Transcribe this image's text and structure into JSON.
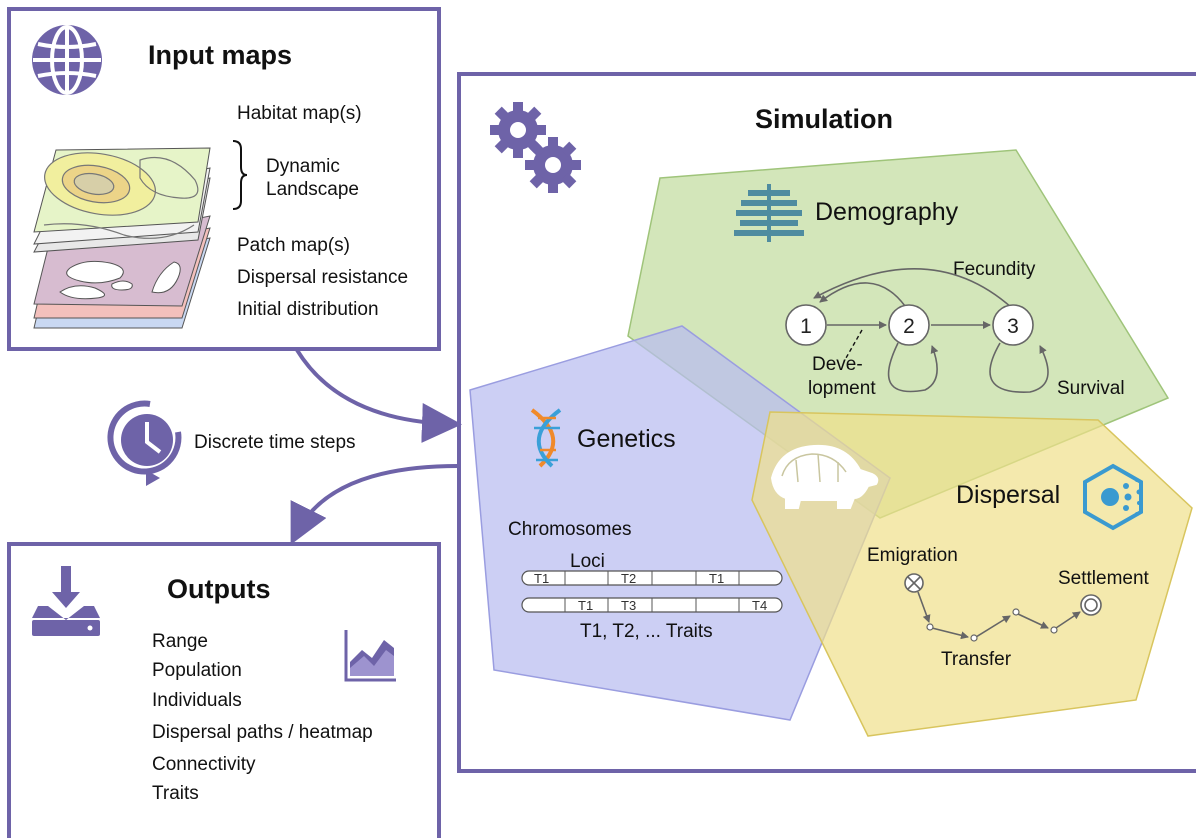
{
  "colors": {
    "frame": "#6e63a8",
    "demography": "#c7dfa6",
    "genetics": "#b9bcf0",
    "dispersal": "#f0e08a",
    "icon_purple": "#6e63a8",
    "icon_teal": "#3e8aa0"
  },
  "input_maps": {
    "title": "Input maps",
    "habitat": "Habitat map(s)",
    "dynamic_1": "Dynamic",
    "dynamic_2": "Landscape",
    "patch": "Patch map(s)",
    "resistance": "Dispersal resistance",
    "initial": "Initial distribution"
  },
  "time_steps": "Discrete time steps",
  "outputs": {
    "title": "Outputs",
    "items": [
      "Range",
      "Population",
      "Individuals",
      "Dispersal paths / heatmap",
      "Connectivity",
      "Traits"
    ]
  },
  "simulation": {
    "title": "Simulation",
    "demography": {
      "title": "Demography",
      "fecundity": "Fecundity",
      "development_1": "Deve-",
      "development_2": "lopment",
      "survival": "Survival",
      "stages": [
        "1",
        "2",
        "3"
      ]
    },
    "genetics": {
      "title": "Genetics",
      "chromosomes": "Chromosomes",
      "loci": "Loci",
      "chrom1": [
        "T1",
        "T2",
        "T1"
      ],
      "chrom2": [
        "T1",
        "T3",
        "T4"
      ],
      "traits_note": "T1, T2, ... Traits"
    },
    "dispersal": {
      "title": "Dispersal",
      "emigration": "Emigration",
      "transfer": "Transfer",
      "settlement": "Settlement"
    }
  },
  "icons": {
    "input": "globe-icon",
    "simulation": "gears-icon",
    "demography": "population-pyramid-icon",
    "genetics": "dna-icon",
    "dispersal": "dispersal-hexagon-icon",
    "time": "clock-icon",
    "outputs": "download-drive-icon",
    "chart": "area-chart-icon",
    "species": "turtle-icon"
  }
}
